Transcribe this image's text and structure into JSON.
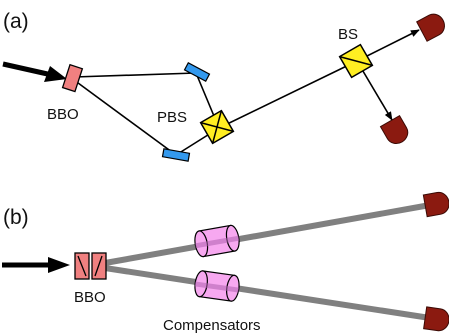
{
  "panel_a": {
    "label": "(a)",
    "crystal_label": "BBO",
    "pbs_label": "PBS",
    "bs_label": "BS"
  },
  "panel_b": {
    "label": "(b)",
    "crystal_label": "BBO",
    "compensator_label": "Compensators"
  },
  "colors": {
    "crystal": "#f08080",
    "mirror": "#3399ee",
    "beam_splitter": "#ffee22",
    "detector": "#8b1a10",
    "compensator": "#f7a8f0",
    "beam_thick": "#808080",
    "line": "#000000"
  }
}
